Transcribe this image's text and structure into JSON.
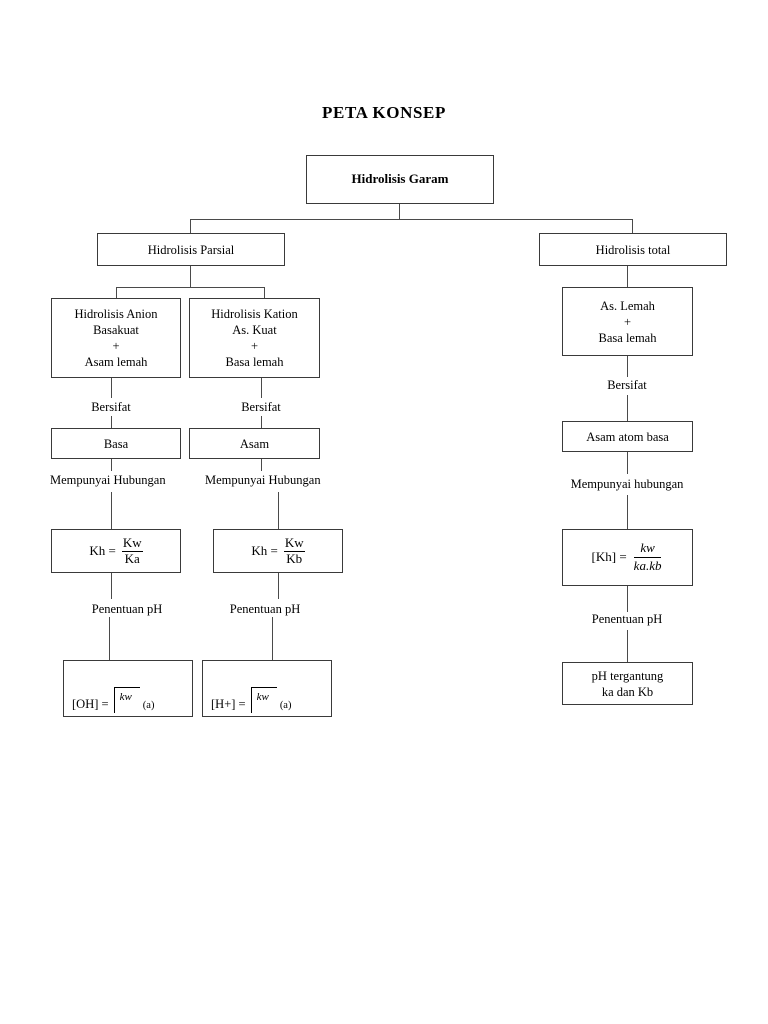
{
  "document": {
    "title": "PETA KONSEP"
  },
  "nodes": {
    "root": {
      "label": "Hidrolisis Garam"
    },
    "partial": {
      "label": "Hidrolisis Parsial"
    },
    "total": {
      "label": "Hidrolisis total"
    },
    "anion": {
      "line1": "Hidrolisis Anion",
      "line2": "Basakuat",
      "line3": "+",
      "line4": "Asam lemah"
    },
    "kation": {
      "line1": "Hidrolisis Kation",
      "line2": "As. Kuat",
      "line3": "+",
      "line4": "Basa  lemah"
    },
    "total_pair": {
      "line1": "As. Lemah",
      "line2": "+",
      "line3": "Basa lemah"
    },
    "basa": {
      "label": "Basa"
    },
    "asam": {
      "label": "Asam"
    },
    "asam_atom_basa": {
      "label": "Asam atom basa"
    },
    "kh_left": {
      "lhs": "Kh  =",
      "numerator": "Kw",
      "denominator": "Ka"
    },
    "kh_right": {
      "lhs": "Kh  =",
      "numerator": "Kw",
      "denominator": "Kb"
    },
    "kh_total": {
      "lhs": "[Kh] =",
      "numerator": "kw",
      "denominator": "ka.kb"
    },
    "oh_conc": {
      "lhs": "[OH] =",
      "radicand": "kw",
      "trailing": "(a)"
    },
    "h_conc": {
      "lhs": "[H+] =",
      "radicand": "kw",
      "trailing": "(a)"
    },
    "ph_result": {
      "line1": "pH tergantung",
      "line2": "ka dan Kb"
    }
  },
  "edge_labels": {
    "bersifat_left": "Bersifat",
    "bersifat_right": "Bersifat",
    "bersifat_total": "Bersifat",
    "hubungan_left": "Mempunyai Hubungan",
    "hubungan_right": "Mempunyai Hubungan",
    "hubungan_total": "Mempunyai hubungan",
    "penentuan_left": "Penentuan pH",
    "penentuan_right": "Penentuan pH",
    "penentuan_total": "Penentuan pH"
  },
  "colors": {
    "background": "#ffffff",
    "text": "#000000",
    "border": "#3a3a3a",
    "connector": "#4a4a4a"
  }
}
